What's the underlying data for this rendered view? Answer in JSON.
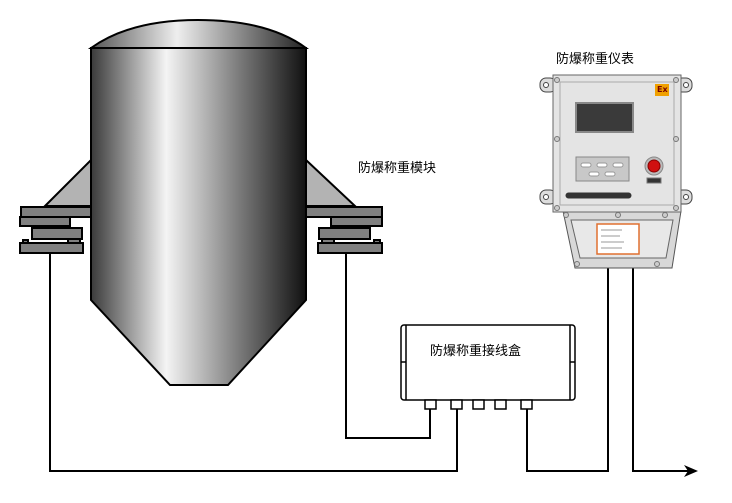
{
  "labels": {
    "instrument": "防爆称重仪表",
    "module": "防爆称重模块",
    "junction_box": "防爆称重接线盒",
    "ex_mark": "Ex"
  },
  "colors": {
    "bracket": "#b3b3b3",
    "plate": "#808080",
    "instrument_body": "#e4e4e4",
    "display": "#3a3a3a",
    "alarm_button": "#d01010",
    "ex_badge": "#f0a000",
    "nameplate_border": "#e07030"
  }
}
